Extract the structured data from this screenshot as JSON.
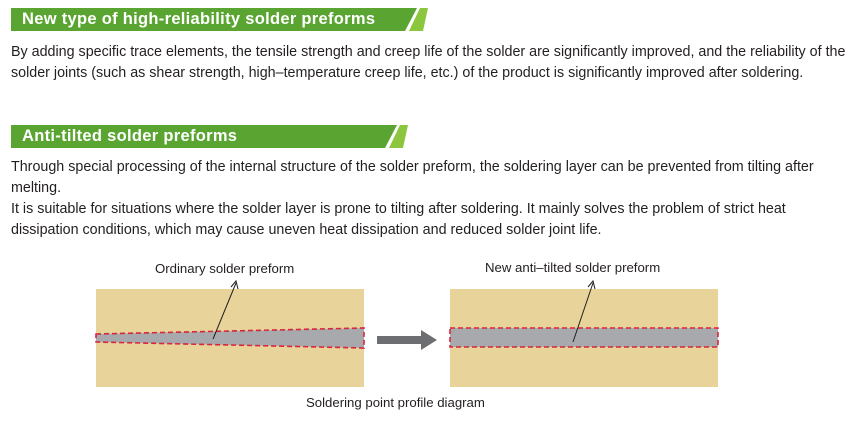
{
  "section1": {
    "title": "New type of high-reliability solder preforms",
    "body": "By adding specific trace elements, the tensile strength and creep life of the solder are significantly improved, and the reliability of the solder joints (such as shear strength, high–temperature creep life, etc.) of the product is significantly improved after soldering."
  },
  "section2": {
    "title": "Anti-tilted solder preforms",
    "body_1": "Through special processing of the internal structure of the solder preform, the soldering layer can be prevented from tilting after melting.",
    "body_2": "It is suitable for situations where the solder layer is prone to tilting after soldering. It mainly solves the problem of strict heat dissipation conditions, which may cause uneven heat dissipation and reduced solder joint life."
  },
  "diagram": {
    "left_label": "Ordinary solder preform",
    "right_label": "New anti–tilted solder preform",
    "caption": "Soldering point profile diagram"
  },
  "colors": {
    "banner_green": "#5aa531",
    "banner_accent": "#8cc63f",
    "substrate": "#e8d49b",
    "solder_layer": "#a7a9ac",
    "dashed_outline": "#d7263d",
    "arrow": "#6d6e71"
  }
}
